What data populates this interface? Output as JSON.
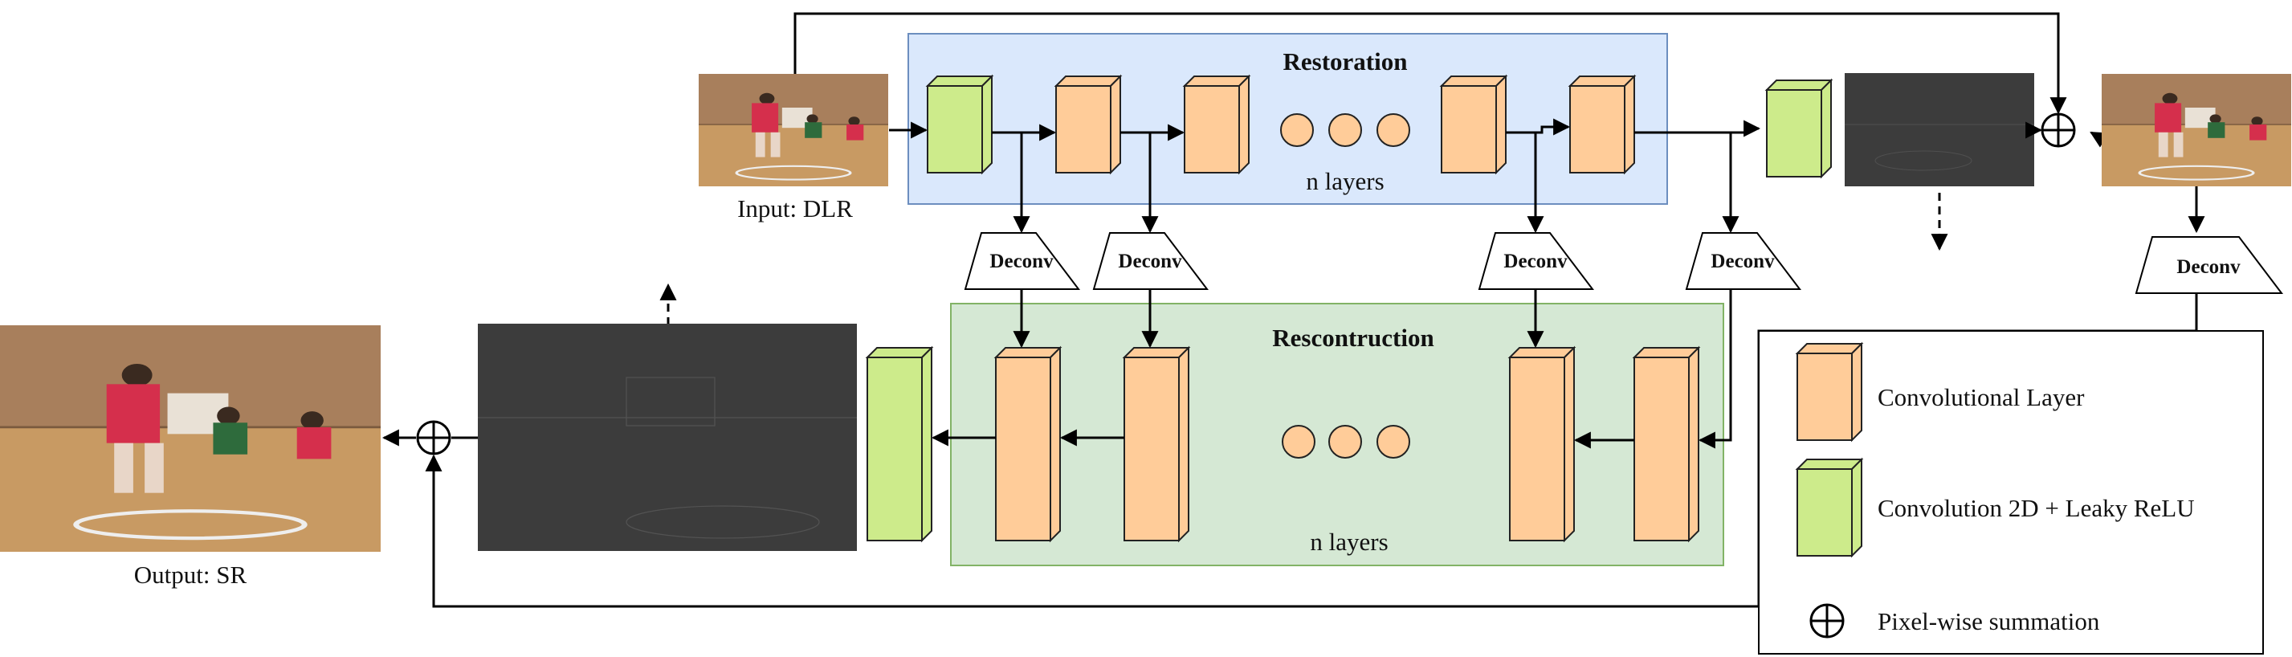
{
  "diagram": {
    "restoration_title": "Restoration",
    "restoration_layers": "n layers",
    "reconstruction_title": "Rescontruction",
    "reconstruction_layers": "n layers",
    "input_label": "Input: DLR",
    "output_label": "Output: SR",
    "deconv_label": "Deconv",
    "legend": {
      "conv_layer": "Convolutional Layer",
      "conv_leaky": "Convolution 2D + Leaky ReLU",
      "pixel_sum": "Pixel-wise summation"
    },
    "colors": {
      "restoration_bg": "#dae8fc",
      "restoration_border": "#6c8ebf",
      "reconstruction_bg": "#d5e8d4",
      "reconstruction_border": "#82b366",
      "conv_layer": "#ffcc99",
      "conv_leaky": "#cdeb8b",
      "residual_image": "#3c3c3c"
    },
    "icons": [
      "basketball-photo-thumbnail",
      "residual-image-thumbnail",
      "pixel-sum-icon",
      "deconv-trapezoid"
    ]
  }
}
